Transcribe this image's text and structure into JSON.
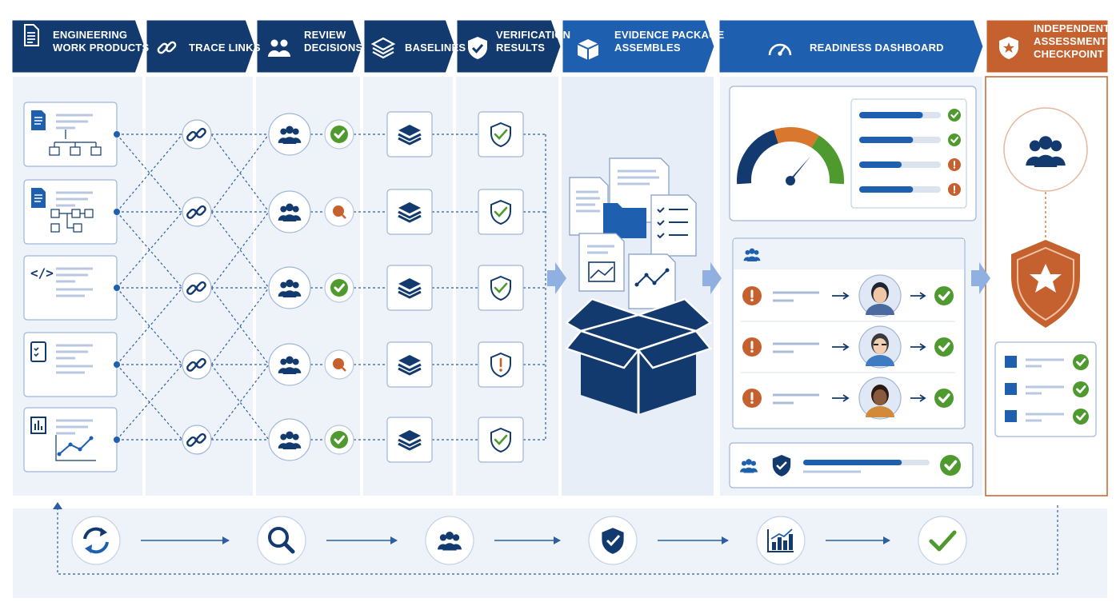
{
  "colors": {
    "navy": "#123a6e",
    "blue": "#1f5fb0",
    "orange": "#c5612e",
    "green": "#4e9a2e",
    "panel": "#eef3fa",
    "panelAlt": "#e6edf8",
    "line": "#2d5f9e"
  },
  "headers": [
    {
      "label": "Engineering\nWork Products",
      "icon": "document-icon"
    },
    {
      "label": "Trace Links",
      "icon": "link-icon"
    },
    {
      "label": "Review\nDecisions",
      "icon": "people-icon"
    },
    {
      "label": "Baselines",
      "icon": "layers-icon"
    },
    {
      "label": "Verification\nResults",
      "icon": "shield-check-icon"
    },
    {
      "label": "Evidence Package\nAssembles",
      "icon": "package-icon"
    },
    {
      "label": "Readiness Dashboard",
      "icon": "gauge-icon"
    },
    {
      "label": "Independent\nAssessment\nCheckpoint",
      "icon": "shield-star-icon"
    }
  ],
  "rows": [
    {
      "work_product": "diagram-document",
      "review_status": "approved",
      "verification": "passed"
    },
    {
      "work_product": "flowchart-document",
      "review_status": "pending",
      "verification": "passed"
    },
    {
      "work_product": "code-document",
      "review_status": "approved",
      "verification": "passed"
    },
    {
      "work_product": "checklist-document",
      "review_status": "pending",
      "verification": "warning"
    },
    {
      "work_product": "analytics-document",
      "review_status": "approved",
      "verification": "passed"
    }
  ],
  "dashboard": {
    "status_bars": [
      {
        "fill": 0.78,
        "status": "ok"
      },
      {
        "fill": 0.66,
        "status": "ok"
      },
      {
        "fill": 0.52,
        "status": "warning"
      },
      {
        "fill": 0.66,
        "status": "warning"
      }
    ],
    "gauge_level": 0.72,
    "issues": [
      {
        "assignee": "reviewer-1",
        "status": "resolved"
      },
      {
        "assignee": "reviewer-2",
        "status": "resolved"
      },
      {
        "assignee": "reviewer-3",
        "status": "resolved"
      }
    ],
    "summary_fill": 0.78
  },
  "checkpoint": {
    "items": [
      {
        "status": "ok"
      },
      {
        "status": "ok"
      },
      {
        "status": "ok"
      }
    ]
  },
  "cycle": [
    {
      "icon": "refresh-icon"
    },
    {
      "icon": "search-icon"
    },
    {
      "icon": "people-icon"
    },
    {
      "icon": "shield-check-icon"
    },
    {
      "icon": "bar-chart-icon"
    },
    {
      "icon": "check-icon"
    }
  ]
}
